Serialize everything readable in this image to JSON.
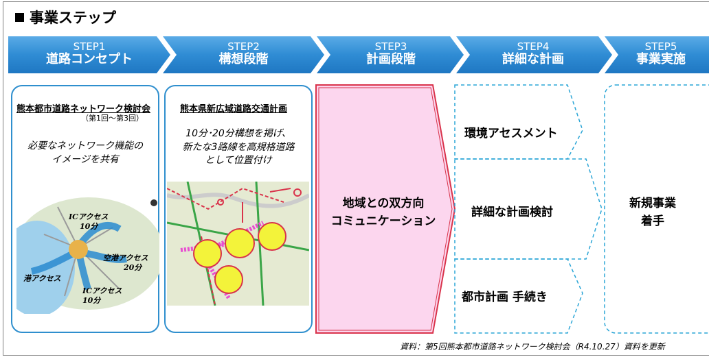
{
  "title": "事業ステップ",
  "steps": [
    {
      "num": "STEP1",
      "name": "道路コンセプト"
    },
    {
      "num": "STEP2",
      "name": "構想段階"
    },
    {
      "num": "STEP3",
      "name": "計画段階"
    },
    {
      "num": "STEP4",
      "name": "詳細な計画"
    },
    {
      "num": "STEP5",
      "name": "事業実施"
    }
  ],
  "step1": {
    "heading": "熊本都市道路ネットワーク検討会",
    "note": "（第1回〜第3回）",
    "desc_line1": "必要なネットワーク機能の",
    "desc_line2": "イメージを共有",
    "map_labels": {
      "ic_top": "ICアクセス",
      "ic_top_time": "10分",
      "airport": "空港アクセス",
      "airport_time": "20分",
      "port": "港アクセス",
      "ic_bottom": "ICアクセス",
      "ic_bottom_time": "10分"
    }
  },
  "step2": {
    "heading": "熊本県新広域道路交通計画",
    "desc_line1": "10分･20分構想を掲げ、",
    "desc_line2": "新たな3路線を高規格道路",
    "desc_line3": "として位置付け"
  },
  "step3": {
    "line1": "地域との双方向",
    "line2": "コミュニケーション"
  },
  "step4": {
    "items": [
      "環境アセスメント",
      "詳細な計画検討",
      "都市計画 手続き"
    ]
  },
  "step5": {
    "line1": "新規事業",
    "line2": "着手"
  },
  "footer": "資料：第5回熊本都市道路ネットワーク検討会（R4.10.27）資料を更新",
  "colors": {
    "banner": "#3792d5",
    "round_border": "#2f8fce",
    "step3_fill": "#fcd6ee",
    "step3_border": "#d9334b",
    "dashed": "#2aa5d6"
  }
}
